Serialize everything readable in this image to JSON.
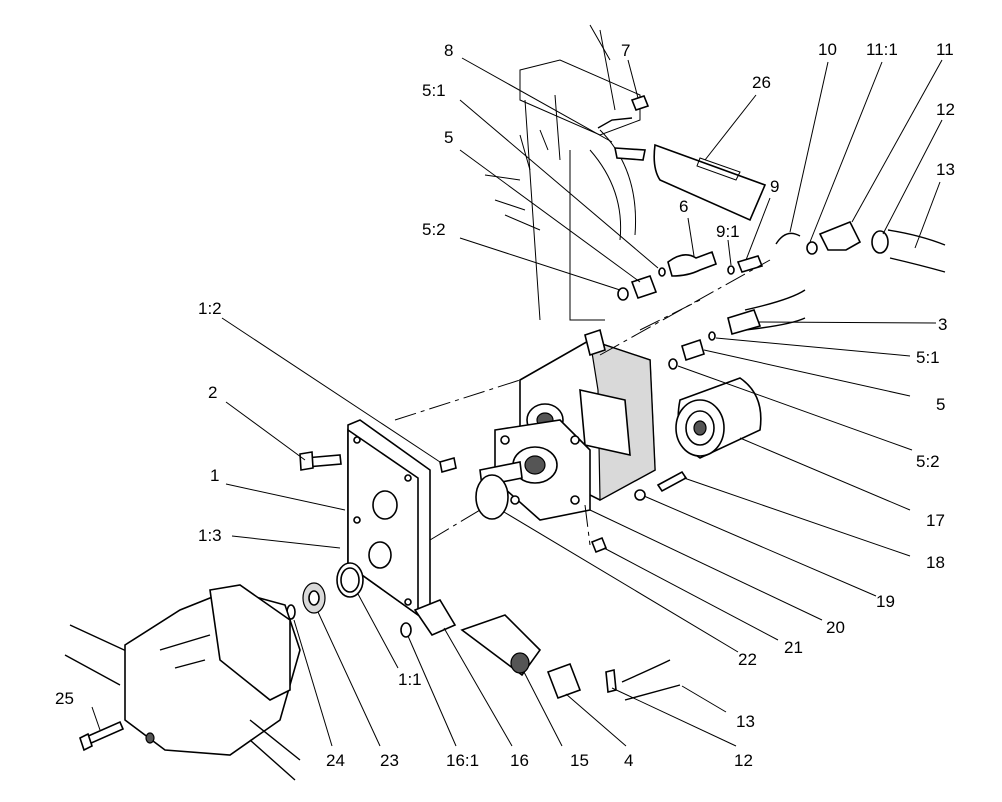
{
  "diagram": {
    "callouts": [
      {
        "id": "c-8",
        "text": "8"
      },
      {
        "id": "c-7",
        "text": "7"
      },
      {
        "id": "c-26",
        "text": "26"
      },
      {
        "id": "c-10",
        "text": "10"
      },
      {
        "id": "c-11-1",
        "text": "11:1"
      },
      {
        "id": "c-11",
        "text": "11"
      },
      {
        "id": "c-12-top",
        "text": "12"
      },
      {
        "id": "c-13-top",
        "text": "13"
      },
      {
        "id": "c-5-1-top",
        "text": "5:1"
      },
      {
        "id": "c-5-top",
        "text": "5"
      },
      {
        "id": "c-9",
        "text": "9"
      },
      {
        "id": "c-6",
        "text": "6"
      },
      {
        "id": "c-9-1",
        "text": "9:1"
      },
      {
        "id": "c-5-2-top",
        "text": "5:2"
      },
      {
        "id": "c-1-2",
        "text": "1:2"
      },
      {
        "id": "c-3",
        "text": "3"
      },
      {
        "id": "c-5-1-right",
        "text": "5:1"
      },
      {
        "id": "c-2",
        "text": "2"
      },
      {
        "id": "c-5-right",
        "text": "5"
      },
      {
        "id": "c-5-2-right",
        "text": "5:2"
      },
      {
        "id": "c-1",
        "text": "1"
      },
      {
        "id": "c-17",
        "text": "17"
      },
      {
        "id": "c-1-3",
        "text": "1:3"
      },
      {
        "id": "c-18",
        "text": "18"
      },
      {
        "id": "c-19",
        "text": "19"
      },
      {
        "id": "c-20",
        "text": "20"
      },
      {
        "id": "c-21",
        "text": "21"
      },
      {
        "id": "c-22",
        "text": "22"
      },
      {
        "id": "c-1-1",
        "text": "1:1"
      },
      {
        "id": "c-25",
        "text": "25"
      },
      {
        "id": "c-13-bottom",
        "text": "13"
      },
      {
        "id": "c-24",
        "text": "24"
      },
      {
        "id": "c-23",
        "text": "23"
      },
      {
        "id": "c-16-1",
        "text": "16:1"
      },
      {
        "id": "c-16",
        "text": "16"
      },
      {
        "id": "c-15",
        "text": "15"
      },
      {
        "id": "c-4",
        "text": "4"
      },
      {
        "id": "c-12-bottom",
        "text": "12"
      }
    ]
  }
}
